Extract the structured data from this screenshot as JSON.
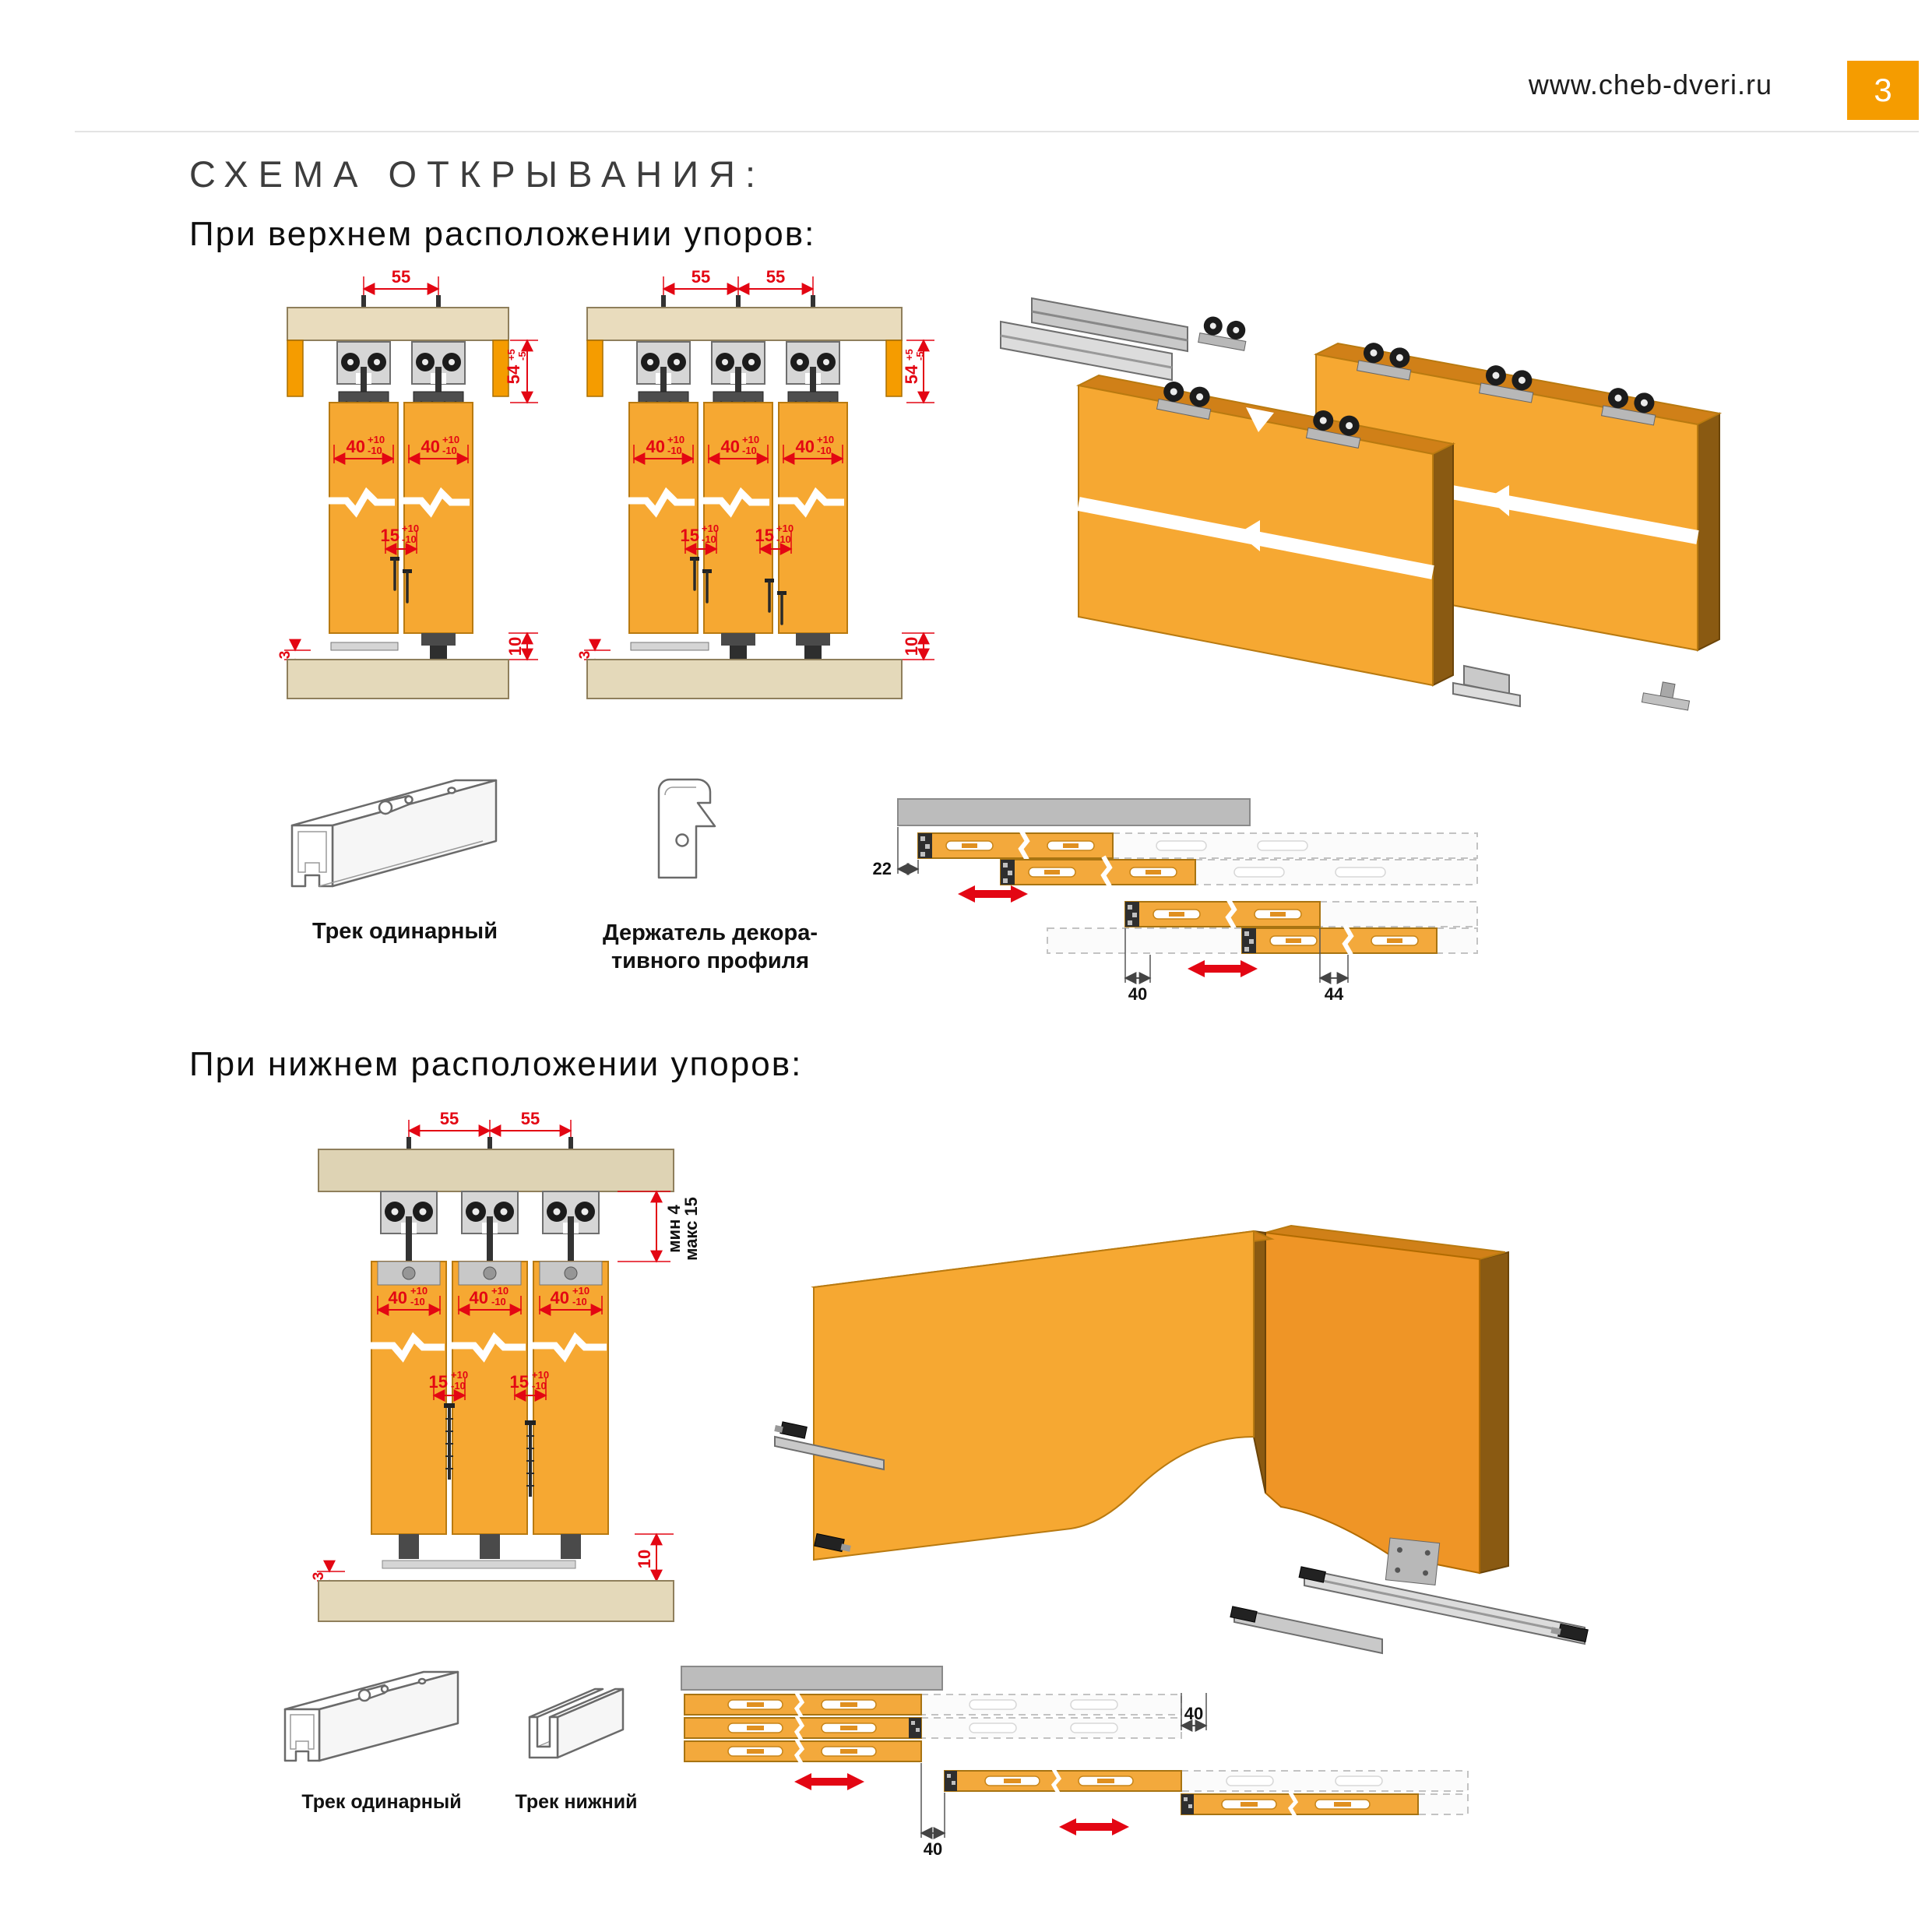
{
  "header": {
    "url": "www.cheb-dveri.ru",
    "page_number": "3"
  },
  "title": "СХЕМА ОТКРЫВАНИЯ:",
  "sections": {
    "top": {
      "heading": "При верхнем расположении упоров:"
    },
    "bottom": {
      "heading": "При нижнем расположении упоров:"
    }
  },
  "labels": {
    "track_single": "Трек одинарный",
    "holder_line1": "Держатель декора-",
    "holder_line2": "тивного профиля",
    "track_single_2": "Трек одинарный",
    "track_bottom": "Трек нижний"
  },
  "dims": {
    "d55": "55",
    "d54": "54",
    "p5": "+5",
    "m5": "-5",
    "d40": "40",
    "p10": "+10",
    "m10": "-10",
    "d15": "15",
    "d10": "10",
    "d3": "3",
    "d22": "22",
    "d44": "44",
    "min4": "мин 4",
    "max15": "макс 15"
  },
  "colors": {
    "accent": "#F59C00",
    "door": "#F6A832",
    "dim_red": "#E30613"
  }
}
